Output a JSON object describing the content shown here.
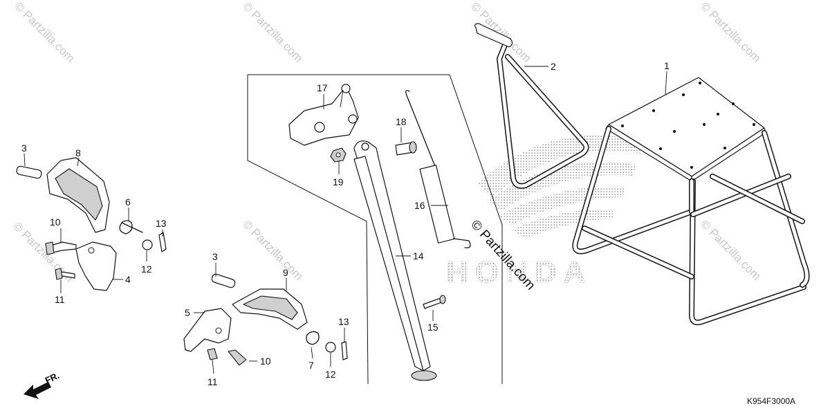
{
  "diagram": {
    "callouts": [
      {
        "id": "c1",
        "label": "1"
      },
      {
        "id": "c2",
        "label": "2"
      },
      {
        "id": "c3a",
        "label": "3"
      },
      {
        "id": "c3b",
        "label": "3"
      },
      {
        "id": "c4",
        "label": "4"
      },
      {
        "id": "c5",
        "label": "5"
      },
      {
        "id": "c6",
        "label": "6"
      },
      {
        "id": "c7",
        "label": "7"
      },
      {
        "id": "c8",
        "label": "8"
      },
      {
        "id": "c9",
        "label": "9"
      },
      {
        "id": "c10a",
        "label": "10"
      },
      {
        "id": "c10b",
        "label": "10"
      },
      {
        "id": "c11a",
        "label": "11"
      },
      {
        "id": "c11b",
        "label": "11"
      },
      {
        "id": "c12a",
        "label": "12"
      },
      {
        "id": "c12b",
        "label": "12"
      },
      {
        "id": "c13a",
        "label": "13"
      },
      {
        "id": "c13b",
        "label": "13"
      },
      {
        "id": "c14",
        "label": "14"
      },
      {
        "id": "c15",
        "label": "15"
      },
      {
        "id": "c16",
        "label": "16"
      },
      {
        "id": "c17",
        "label": "17"
      },
      {
        "id": "c18",
        "label": "18"
      },
      {
        "id": "c19",
        "label": "19"
      }
    ],
    "front_indicator": "FR.",
    "diagram_code": "K954F3000A",
    "watermark_text": "© Partzilla.com",
    "center_watermark": "© Partzilla.com",
    "brand_watermark": "HONDA"
  }
}
